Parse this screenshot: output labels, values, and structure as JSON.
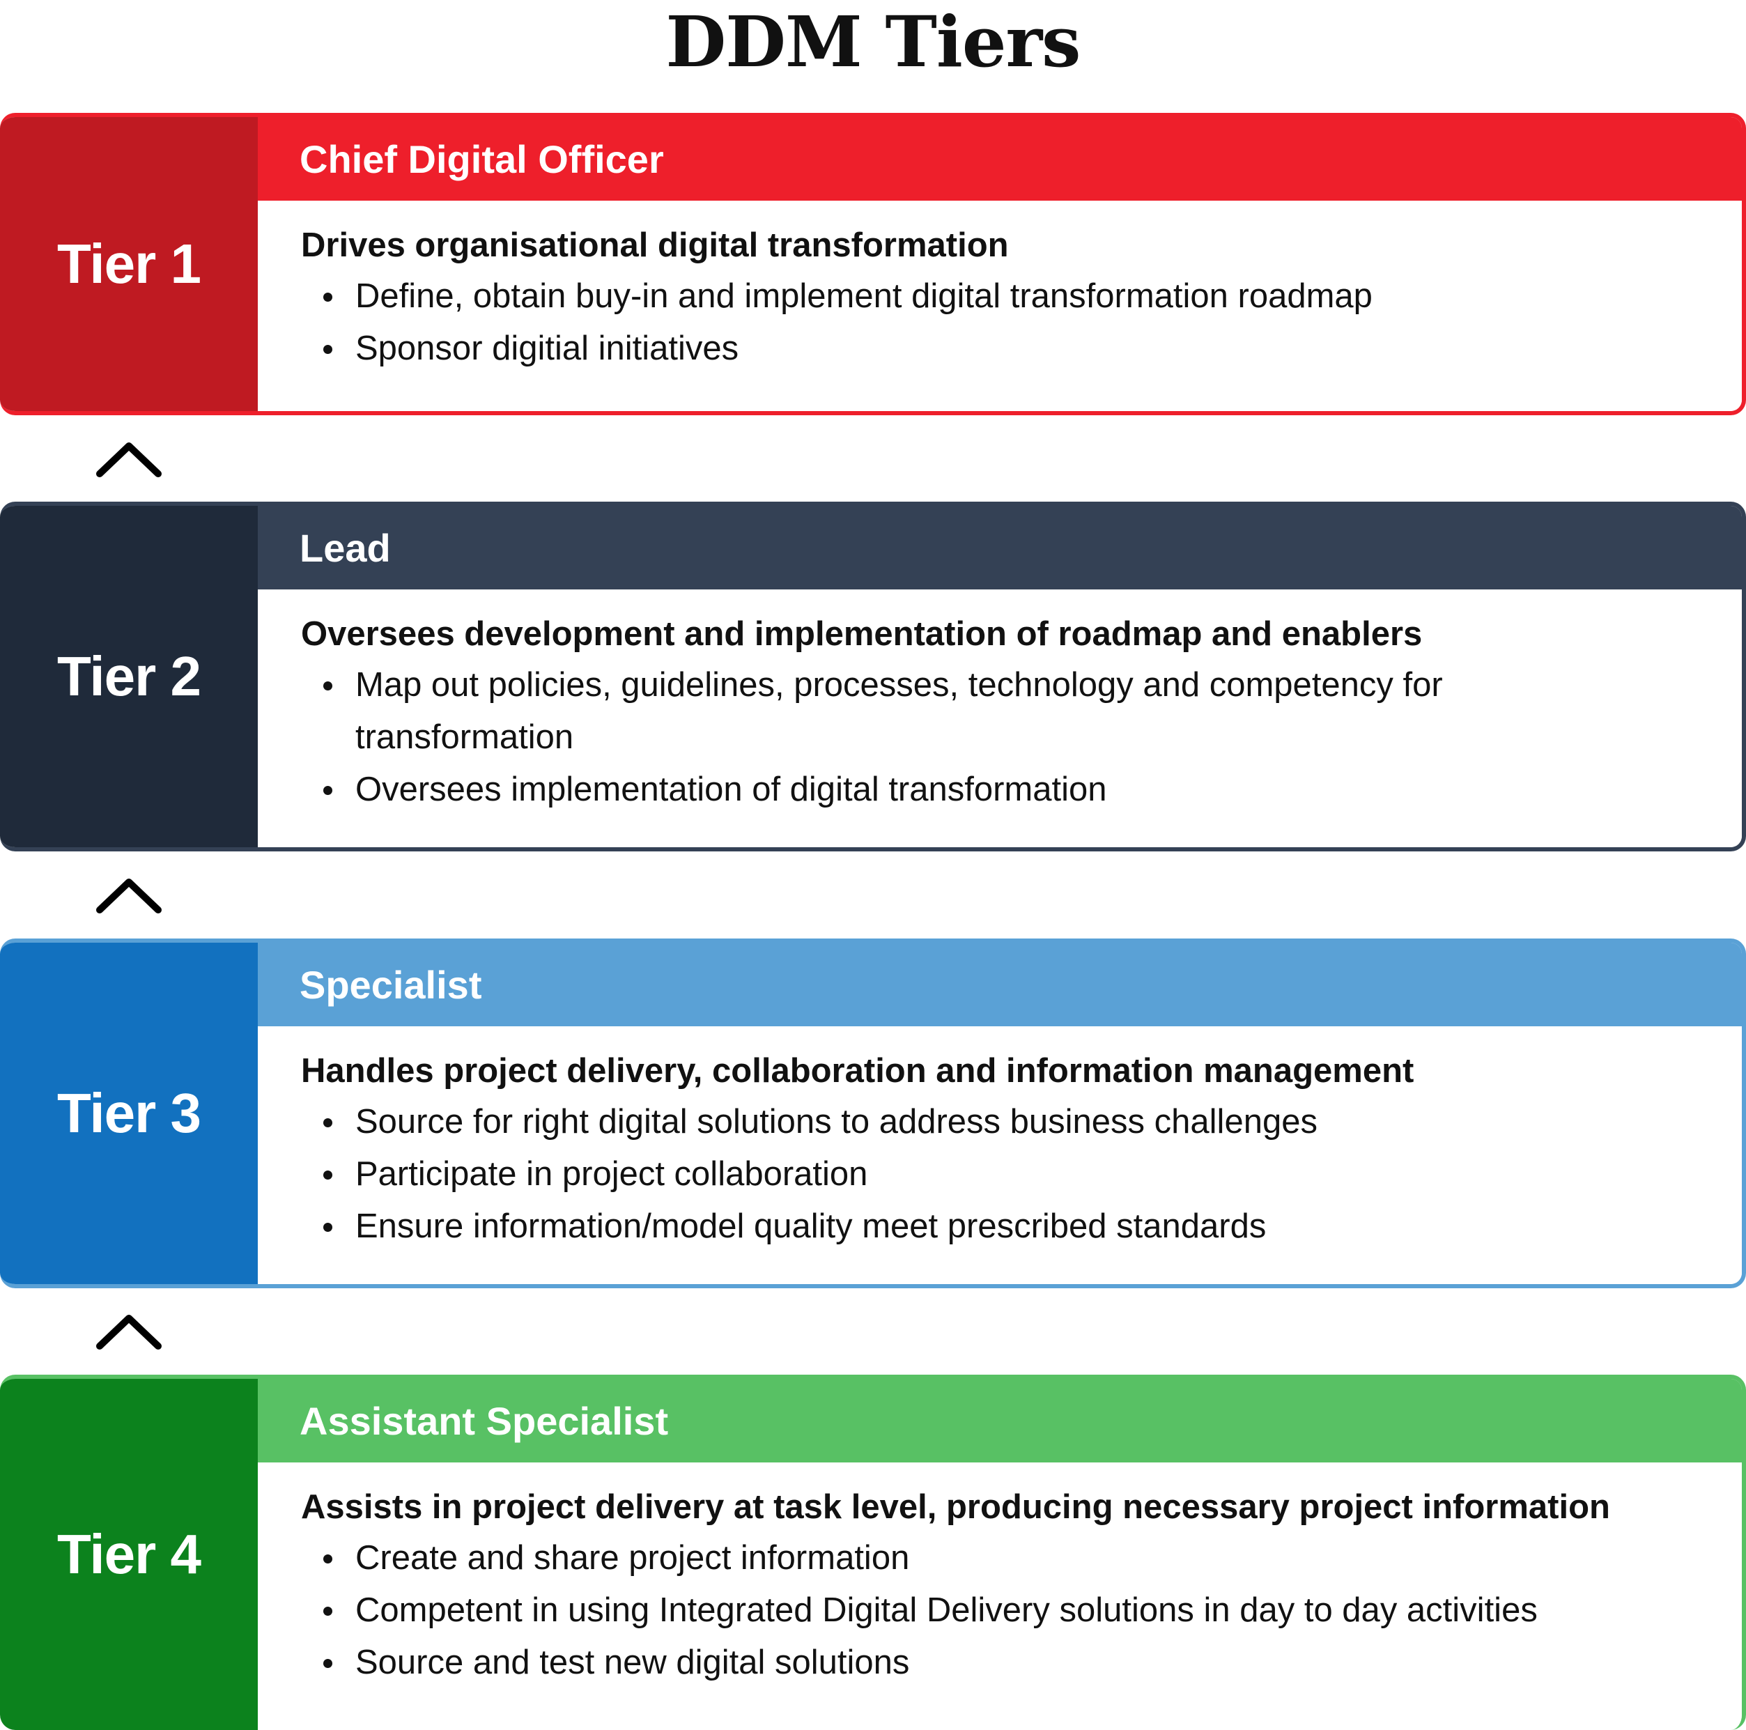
{
  "title": "DDM Tiers",
  "colors": {
    "tier1_accent": "#ee1f2b",
    "tier1_dark": "#bf1a22",
    "tier2_accent": "#344155",
    "tier2_dark": "#1f2a3a",
    "tier3_accent": "#5aa1d6",
    "tier3_dark": "#1271bf",
    "tier4_accent": "#58c164",
    "tier4_dark": "#0c821d"
  },
  "connector_icon": "chevron-up-icon",
  "tiers": [
    {
      "label": "Tier 1",
      "role": "Chief Digital Officer",
      "summary": "Drives organisational digital transformation",
      "points": [
        "Define, obtain buy-in and implement digital transformation roadmap",
        "Sponsor digitial initiatives"
      ]
    },
    {
      "label": "Tier 2",
      "role": "Lead",
      "summary": "Oversees development and implementation of roadmap and enablers",
      "points": [
        "Map out policies, guidelines, processes, technology and competency for transformation",
        "Oversees implementation of digital transformation"
      ]
    },
    {
      "label": "Tier 3",
      "role": "Specialist",
      "summary": "Handles project delivery, collaboration and information management",
      "points": [
        "Source for right digital solutions to address business challenges",
        "Participate in project collaboration",
        "Ensure information/model quality meet prescribed standards"
      ]
    },
    {
      "label": "Tier 4",
      "role": "Assistant Specialist",
      "summary": "Assists in project delivery at task level, producing necessary project information",
      "points": [
        "Create and share project information",
        "Competent in using Integrated Digital Delivery solutions in day to day activities",
        "Source and test new digital solutions"
      ]
    }
  ]
}
